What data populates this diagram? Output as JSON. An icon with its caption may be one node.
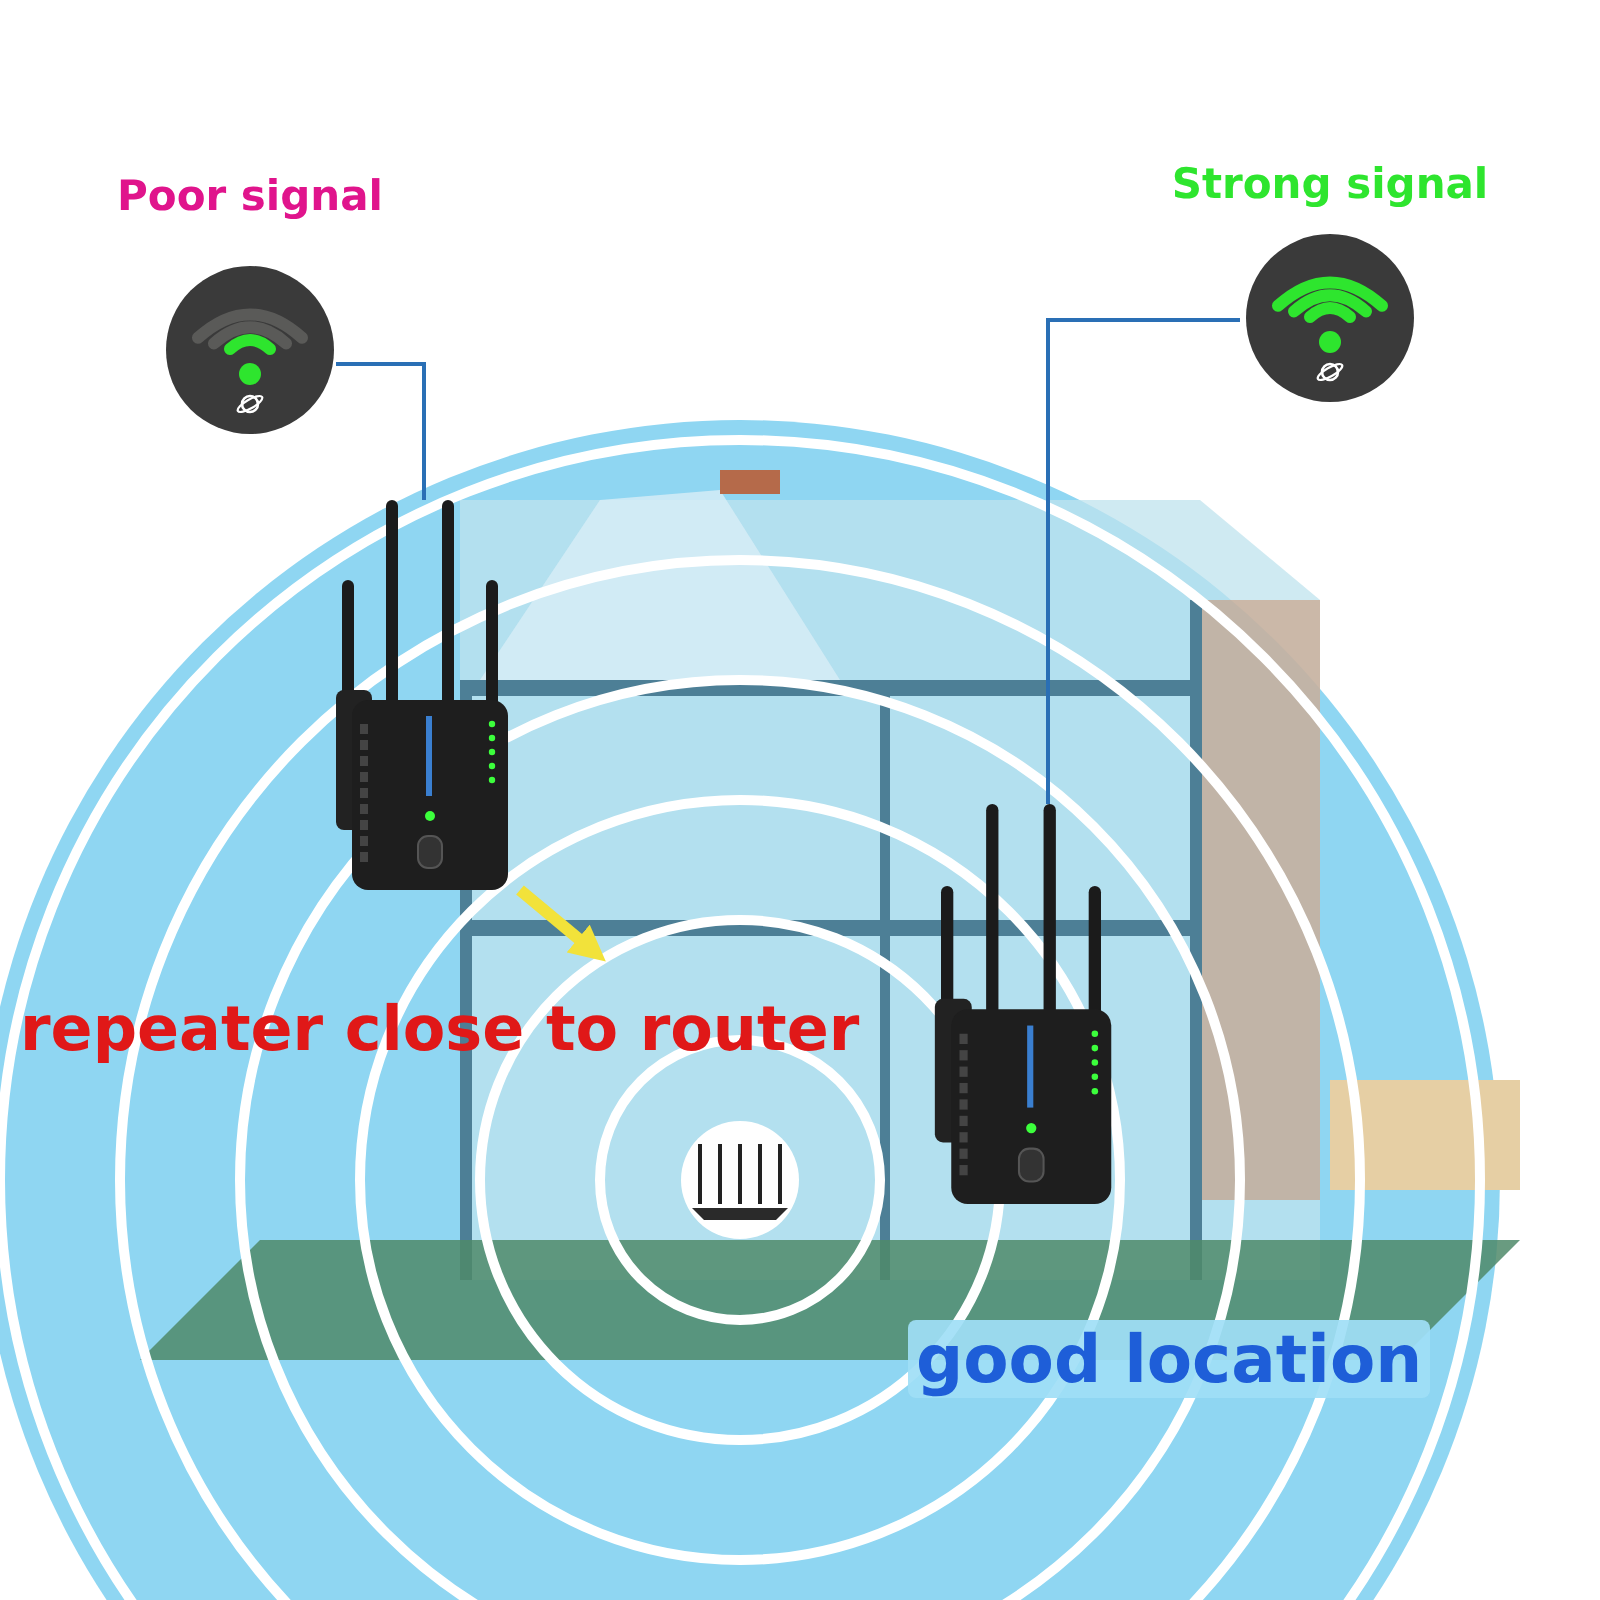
{
  "diagram": {
    "nodes": [
      {
        "text": [
          "Poor signal"
        ]
      },
      {
        "text": [],
        "shape": "picture"
      },
      {
        "text": [
          "Strong signal"
        ]
      },
      {
        "text": [],
        "shape": "picture"
      },
      {
        "text": [],
        "shape": "picture"
      }
    ],
    "edges": [
      {
        "from": 0,
        "to": 1,
        "arrow": "none"
      },
      {
        "from": 2,
        "to": 3,
        "arrow": "none"
      },
      {
        "from": 1,
        "to": null,
        "arrow": "to",
        "style": "thick",
        "color": "#f2e23a"
      }
    ],
    "labels": [
      "repeater close to router",
      "good location"
    ]
  }
}
